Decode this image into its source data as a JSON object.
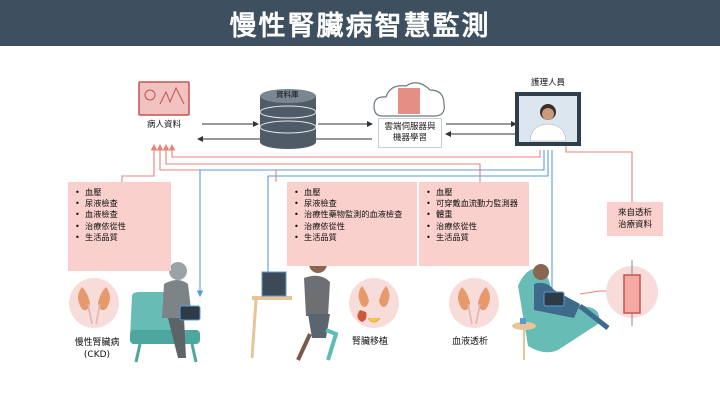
{
  "title": "慢性腎臟病智慧監測",
  "nodes": {
    "patient_data": "病人資料",
    "database": "資料庫",
    "cloud_ml": [
      "雲端伺服器與",
      "機器學習"
    ],
    "care_staff": "護理人員",
    "dialysis_source": [
      "來自透析",
      "治療資料"
    ]
  },
  "boxes": {
    "ckd": [
      "血壓",
      "尿液檢查",
      "血液檢查",
      "治療依從性",
      "生活品質"
    ],
    "transplant": [
      "血壓",
      "尿液檢查",
      "治療性藥物監測的血液檢查",
      "治療依從性",
      "生活品質"
    ],
    "dialysis": [
      "血壓",
      "可穿戴血流動力監測器",
      "體重",
      "治療依從性",
      "生活品質"
    ]
  },
  "stages": {
    "ckd": [
      "慢性腎臟病",
      "(CKD)"
    ],
    "transplant": "腎臟移植",
    "dialysis": "血液透析"
  },
  "colors": {
    "title_bg": "#3e5060",
    "box_fill": "#f9d0cc",
    "blue_arrow": "#5b9bd5",
    "red_arrow": "#e8837c",
    "dark_arrow": "#333333"
  }
}
